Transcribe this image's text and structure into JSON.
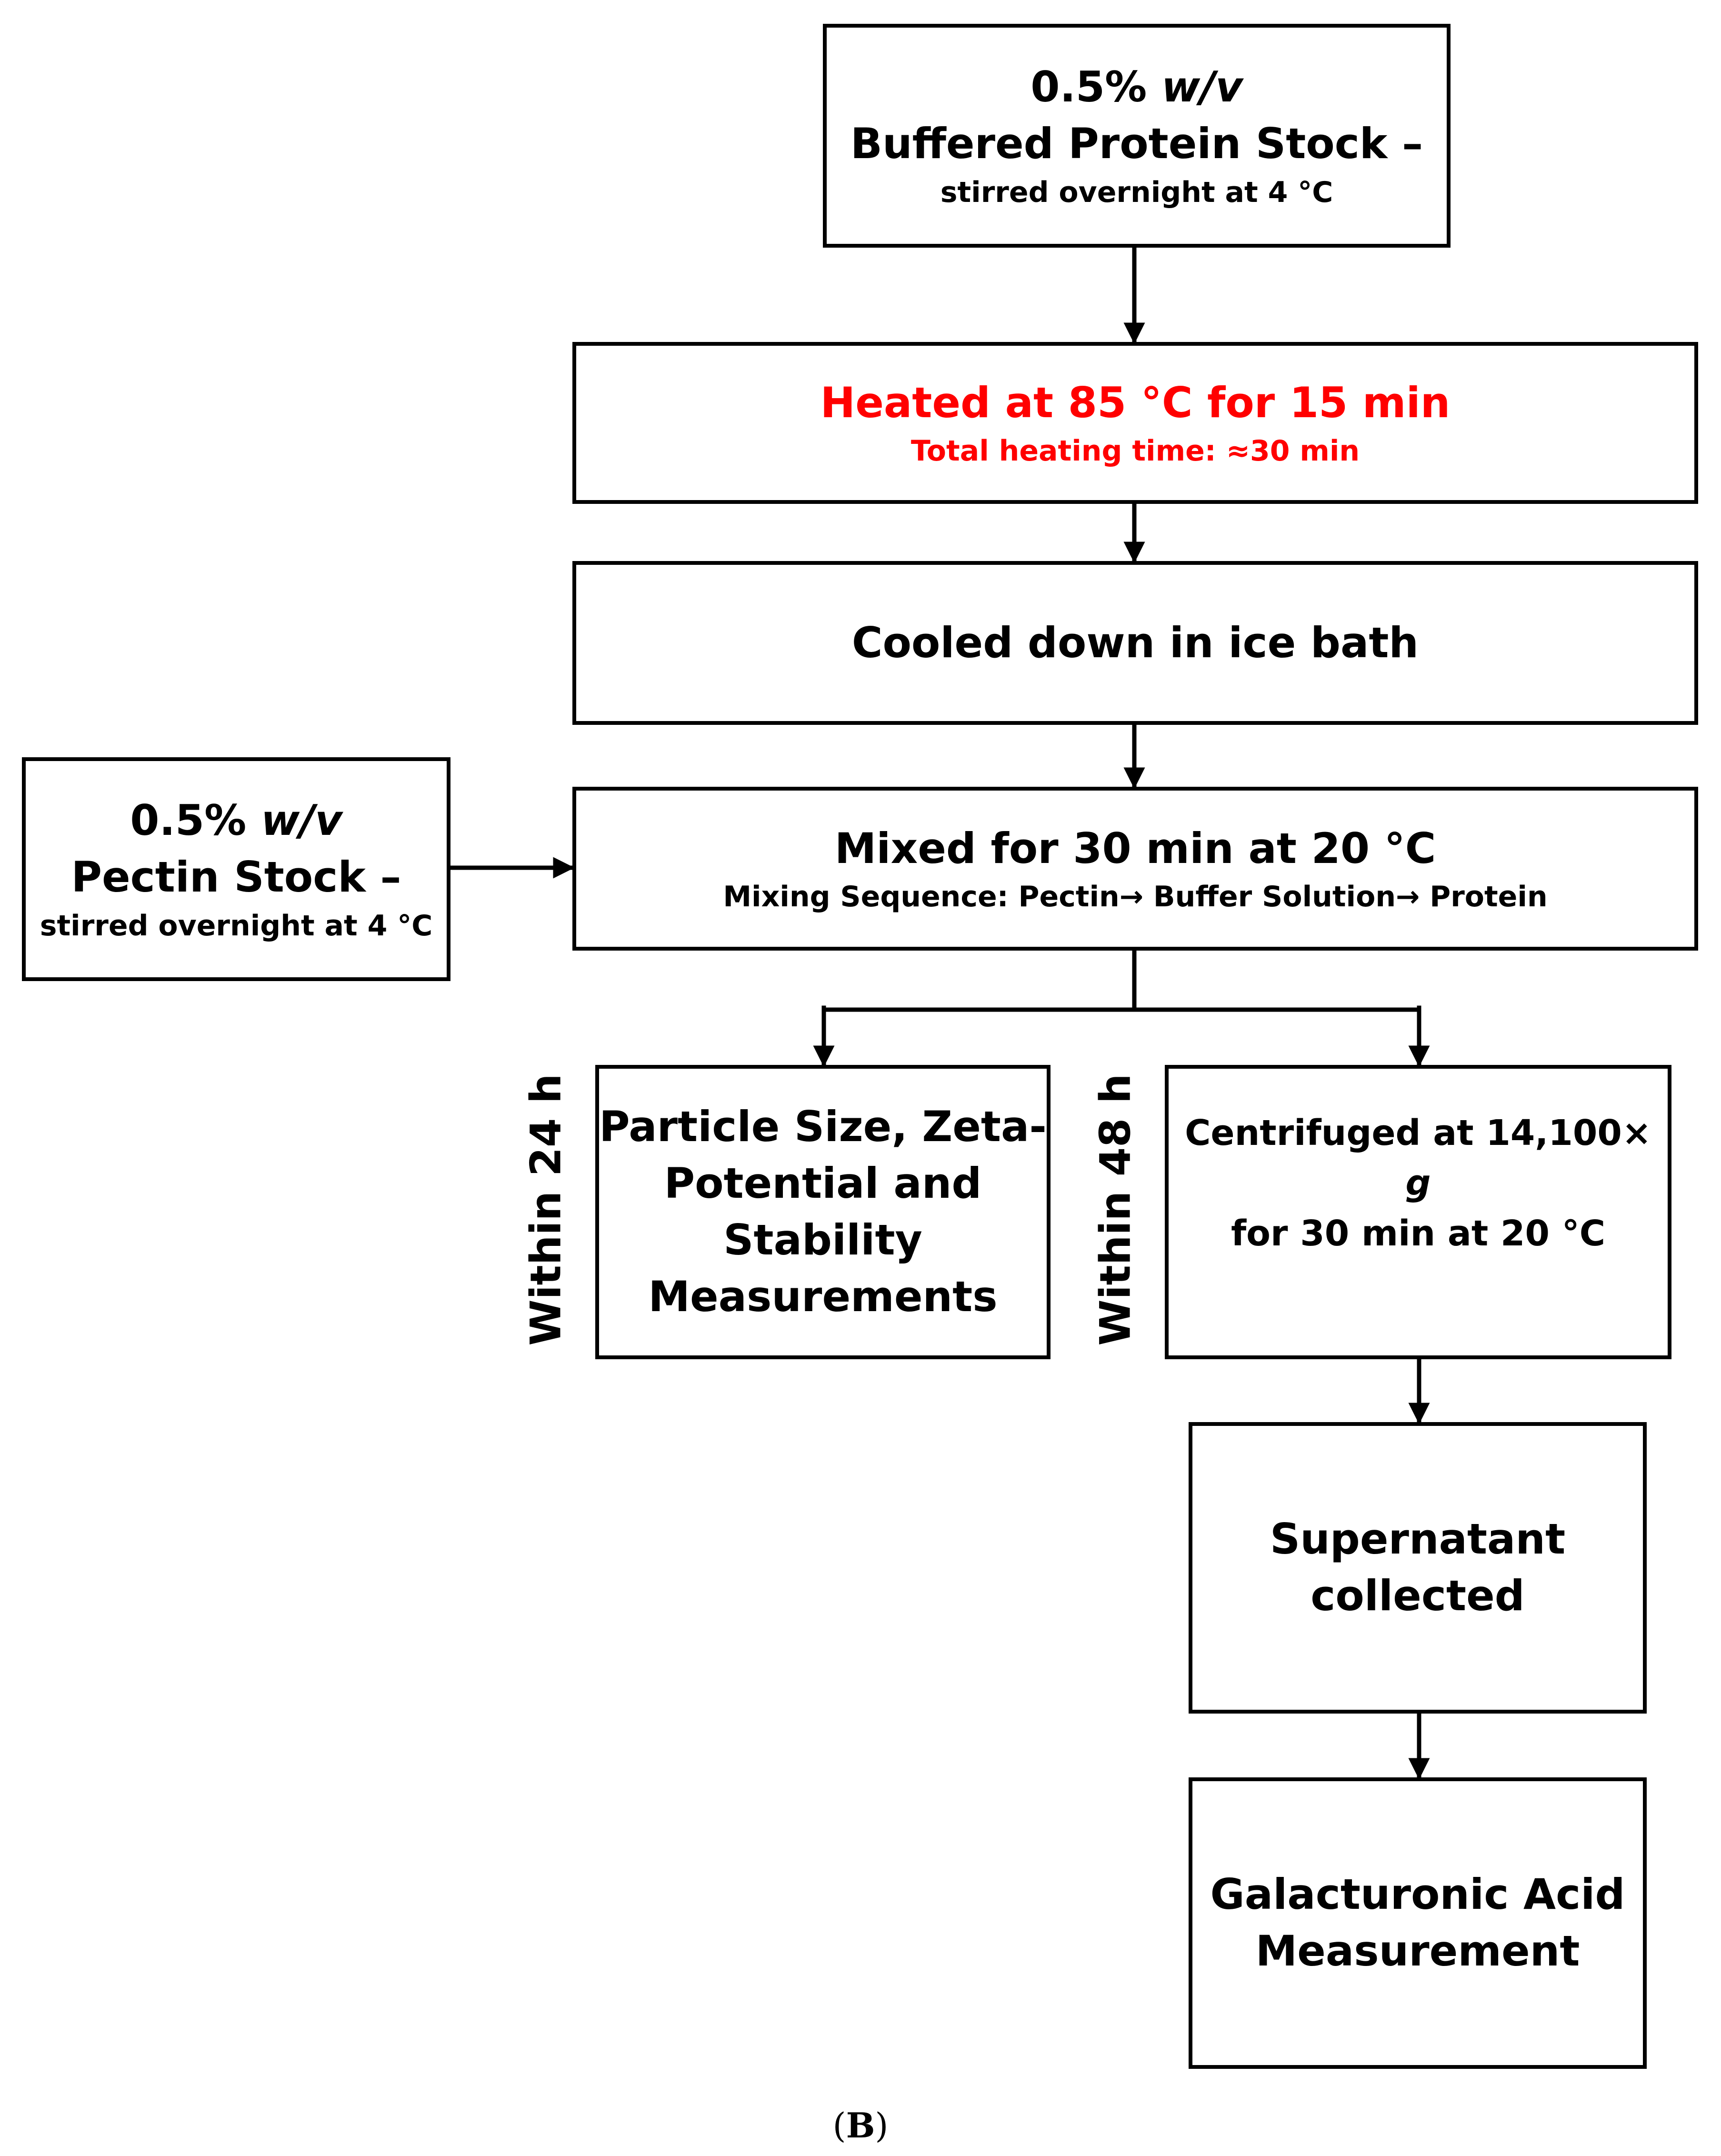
{
  "protein_stock": {
    "line1": "0.5%",
    "line1_italic": "w/v",
    "line2": "Buffered Protein Stock –",
    "line3": "stirred overnight at 4 °C"
  },
  "heating": {
    "title": "Heated at 85 °C for 15 min",
    "subtitle": "Total heating time: ≈30 min",
    "color": "#ff0000"
  },
  "cooling": {
    "title": "Cooled down in ice bath"
  },
  "pectin_stock": {
    "line1": "0.5%",
    "line1_italic": "w/v",
    "line2": "Pectin Stock –",
    "line3": "stirred overnight at 4 °C"
  },
  "mixing": {
    "title": "Mixed for 30 min at 20 °C",
    "seq_label": "Mixing Sequence:",
    "seq_item1": "Pectin",
    "seq_item2": "Buffer Solution",
    "seq_item3": "Protein",
    "arrow_glyph": "→"
  },
  "branch_left": {
    "time_label": "Within 24 h",
    "line1": "Particle Size, Zeta-",
    "line2": "Potential and",
    "line3": "Stability",
    "line4": "Measurements"
  },
  "branch_right": {
    "time_label": "Within 48 h",
    "line1": "Centrifuged at 14,100×",
    "line1_italic": "g",
    "line2": "for 30 min at 20 °C"
  },
  "supernatant": {
    "line1": "Supernatant",
    "line2": "collected"
  },
  "galacturonic": {
    "line1": "Galacturonic Acid",
    "line2": "Measurement"
  },
  "caption": {
    "open": "(",
    "letter": "B",
    "close": ")"
  }
}
